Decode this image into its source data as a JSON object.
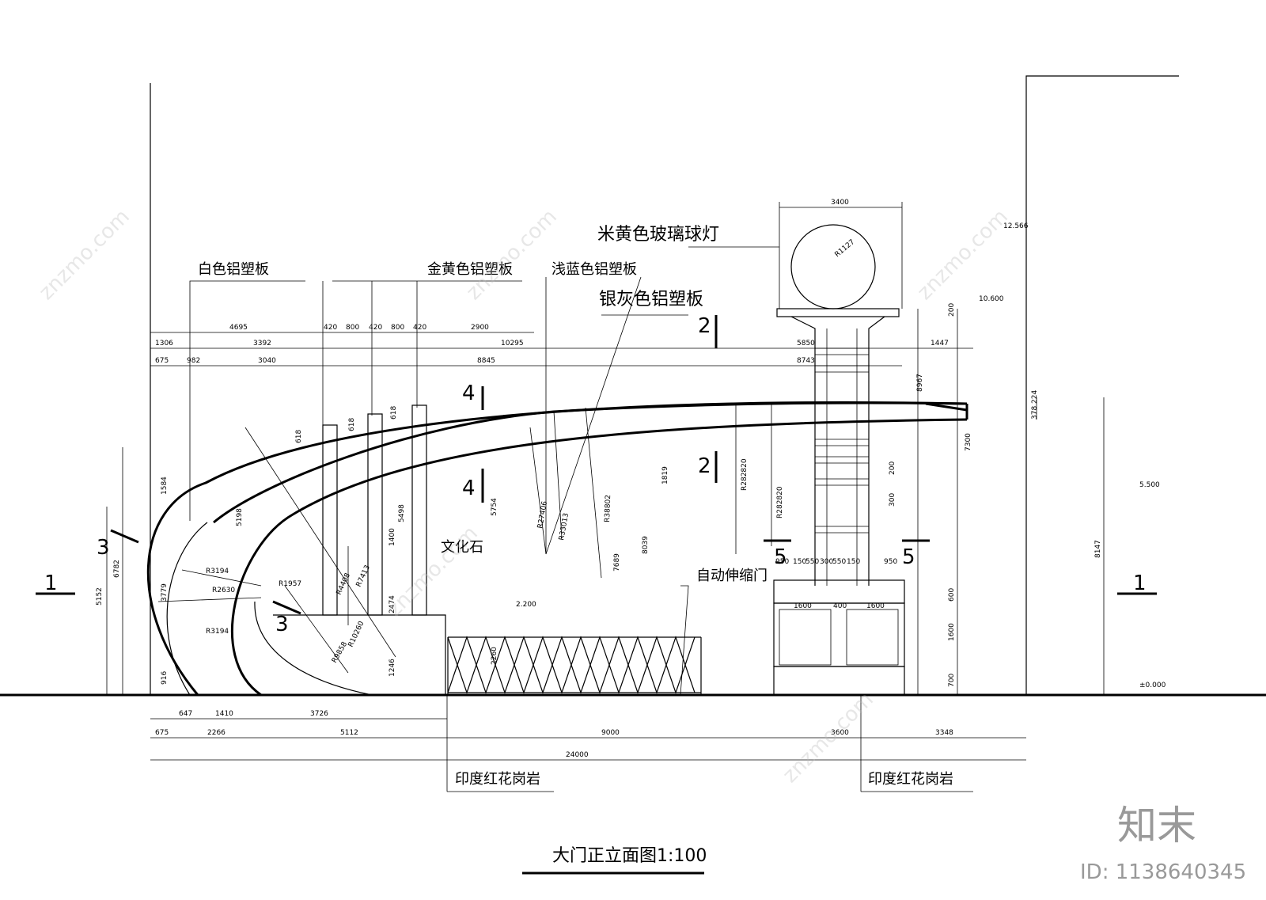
{
  "title": "大门正立面图1:100",
  "labels": {
    "white_panel": "白色铝塑板",
    "gold_panel": "金黄色铝塑板",
    "blue_panel": "浅蓝色铝塑板",
    "silver_panel": "银灰色铝塑板",
    "glass_lamp": "米黄色玻璃球灯",
    "culture_stone": "文化石",
    "auto_gate": "自动伸缩门",
    "granite_left": "印度红花岗岩",
    "granite_right": "印度红花岗岩"
  },
  "levels": {
    "l12566": "12.566",
    "l10600": "10.600",
    "l5500": "5.500",
    "l2200": "2.200",
    "l0": "±0.000"
  },
  "sections": {
    "s1l": "1",
    "s1r": "1",
    "s2a": "2",
    "s2b": "2",
    "s3a": "3",
    "s3b": "3",
    "s4a": "4",
    "s4b": "4",
    "s5a": "5",
    "s5b": "5"
  },
  "dims": {
    "top": [
      "4695",
      "420",
      "800",
      "420",
      "800",
      "420",
      "2900",
      "1306",
      "3392",
      "10295",
      "5850",
      "1447",
      "675",
      "982",
      "3040",
      "8845",
      "8743",
      "3400"
    ],
    "bottom_row1": [
      "647",
      "1410",
      "3726"
    ],
    "bottom_row2": [
      "675",
      "2266",
      "5112",
      "9000",
      "3600",
      "3348"
    ],
    "total": "24000",
    "vertical_left": [
      "5152",
      "6782",
      "1584",
      "3779",
      "916"
    ],
    "radii": [
      "R1127",
      "R3194",
      "R2630",
      "R3194",
      "R1957",
      "R4408",
      "R7413",
      "R10260",
      "R9858",
      "R27406",
      "R33013",
      "R38802",
      "R282820",
      "R282820"
    ],
    "misc": [
      "618",
      "618",
      "618",
      "5198",
      "5498",
      "1400",
      "2474",
      "1246",
      "2260",
      "5754",
      "1819",
      "7689",
      "8039",
      "7300",
      "8147",
      "8967",
      "378",
      "224",
      "950",
      "150",
      "550",
      "300",
      "550",
      "150",
      "950",
      "1600",
      "400",
      "1600",
      "600",
      "1600",
      "700",
      "200",
      "200",
      "300"
    ]
  },
  "watermark": {
    "site": "znzmo.com",
    "brand": "知末",
    "id": "ID: 1138640345"
  }
}
